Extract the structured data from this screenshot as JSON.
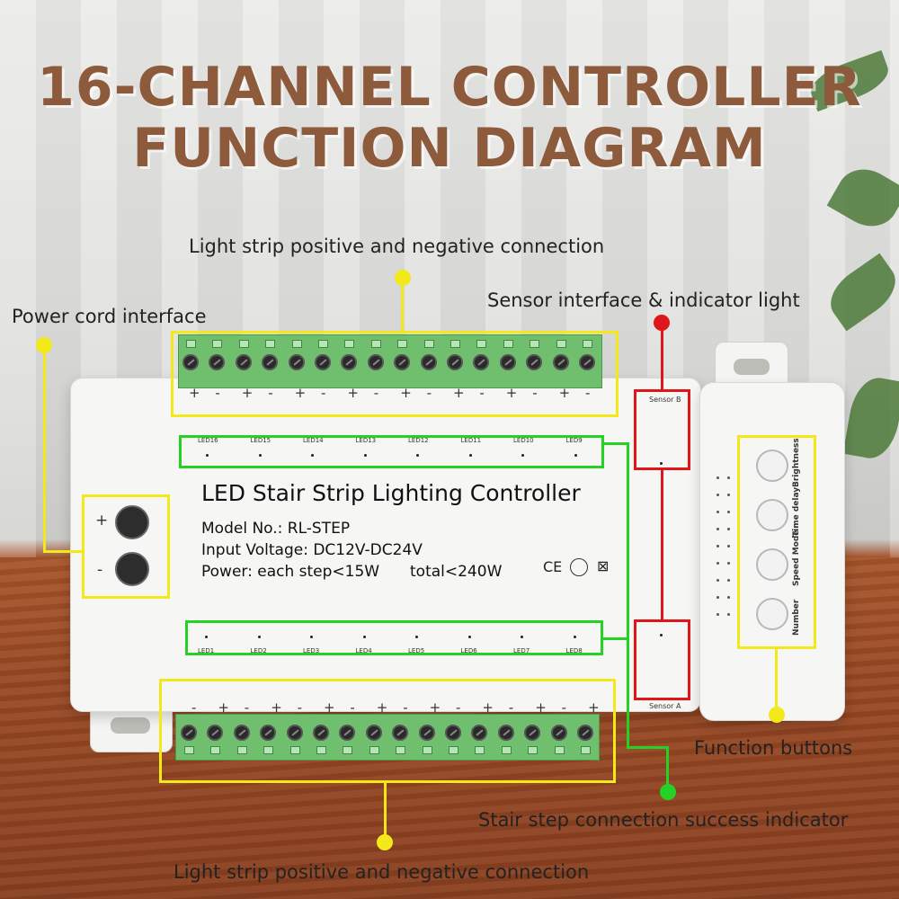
{
  "title": {
    "line1": "16-CHANNEL CONTROLLER",
    "line2": "FUNCTION DIAGRAM"
  },
  "labels": {
    "top_strip": "Light strip positive and negative connection",
    "sensor": "Sensor interface & indicator light",
    "power": "Power cord interface",
    "function": "Function buttons",
    "indicator": "Stair step connection success indicator",
    "bottom_strip": "Light strip positive and negative connection"
  },
  "device": {
    "name": "LED Stair Strip Lighting Controller",
    "model": "Model No.: RL-STEP",
    "voltage": "Input Voltage: DC12V-DC24V",
    "power": "Power: each step<15W",
    "total": "total<240W",
    "ce": "CE",
    "sensor_b": "Sensor B",
    "sensor_a": "Sensor A",
    "power_plus": "+",
    "power_minus": "-"
  },
  "top_polarity": [
    "+",
    "-",
    "+",
    "-",
    "+",
    "-",
    "+",
    "-",
    "+",
    "-",
    "+",
    "-",
    "+",
    "-",
    "+",
    "-"
  ],
  "bottom_polarity": [
    "-",
    "+",
    "-",
    "+",
    "-",
    "+",
    "-",
    "+",
    "-",
    "+",
    "-",
    "+",
    "-",
    "+",
    "-",
    "+"
  ],
  "top_leds": [
    "LED16",
    "LED15",
    "LED14",
    "LED13",
    "LED12",
    "LED11",
    "LED10",
    "LED9"
  ],
  "bottom_leds": [
    "LED1",
    "LED2",
    "LED3",
    "LED4",
    "LED5",
    "LED6",
    "LED7",
    "LED8"
  ],
  "buttons": [
    "Brightness",
    "Time delay",
    "Speed Mode",
    "Number"
  ],
  "colors": {
    "title": "#8d5a3c",
    "yellow": "#f2e81a",
    "green": "#26d126",
    "red": "#e0161a"
  }
}
